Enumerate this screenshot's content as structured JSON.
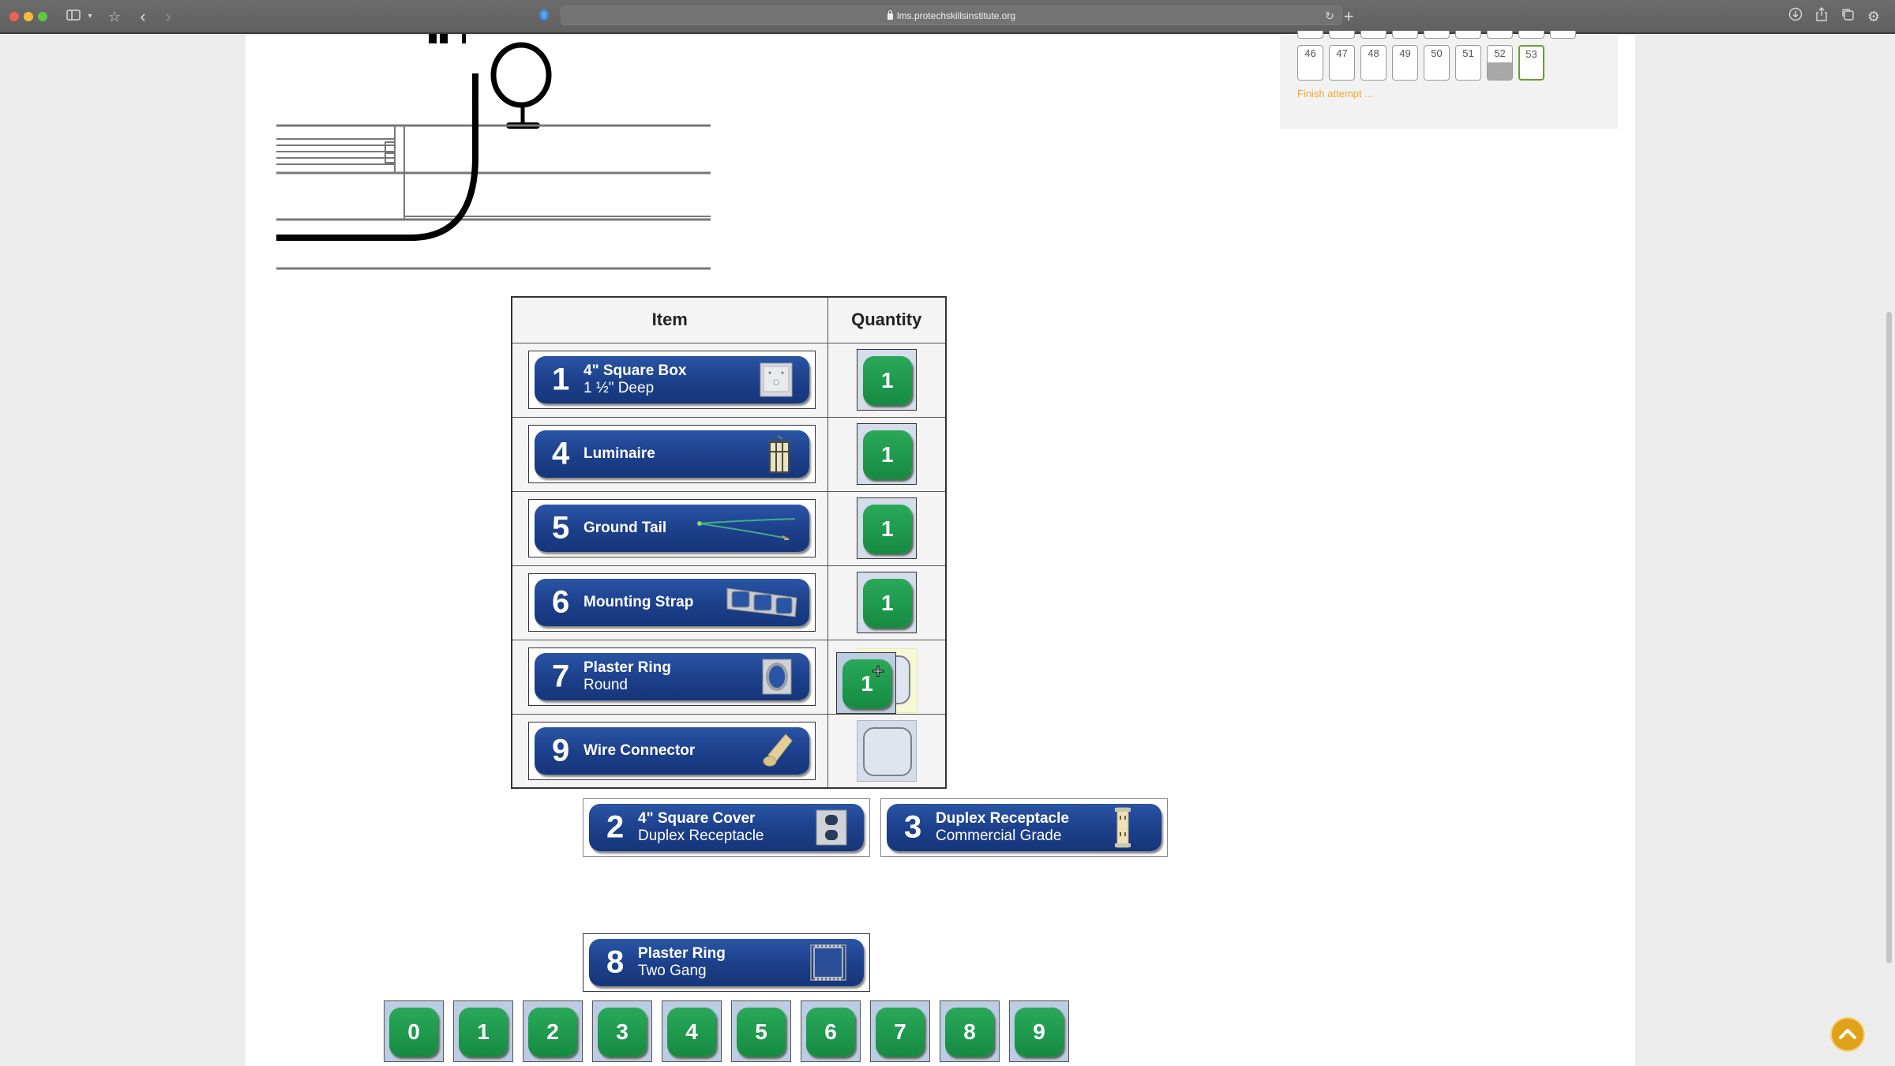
{
  "browser": {
    "url": "lms.protechskillsinstitute.org",
    "icons": [
      "sidebar-icon",
      "chevron-down-icon",
      "star-icon",
      "back-icon",
      "forward-icon",
      "reload-icon",
      "new-tab-icon",
      "download-icon",
      "share-icon",
      "tabs-icon",
      "settings-icon"
    ]
  },
  "quiz_nav": {
    "questions": [
      {
        "num": "46",
        "state": "unanswered"
      },
      {
        "num": "47",
        "state": "unanswered"
      },
      {
        "num": "48",
        "state": "unanswered"
      },
      {
        "num": "49",
        "state": "unanswered"
      },
      {
        "num": "50",
        "state": "unanswered"
      },
      {
        "num": "51",
        "state": "unanswered"
      },
      {
        "num": "52",
        "state": "partial"
      },
      {
        "num": "53",
        "state": "current"
      }
    ],
    "finish_label": "Finish attempt ..."
  },
  "table": {
    "headers": {
      "item": "Item",
      "quantity": "Quantity"
    },
    "rows": [
      {
        "num": "1",
        "title": "4\" Square Box",
        "sub": "1 ½\" Deep",
        "icon": "square-box-icon",
        "quantity": "1"
      },
      {
        "num": "4",
        "title": "Luminaire",
        "sub": "",
        "icon": "luminaire-icon",
        "quantity": "1"
      },
      {
        "num": "5",
        "title": "Ground Tail",
        "sub": "",
        "icon": "ground-tail-icon",
        "quantity": "1"
      },
      {
        "num": "6",
        "title": "Mounting Strap",
        "sub": "",
        "icon": "mounting-strap-icon",
        "quantity": "1"
      },
      {
        "num": "7",
        "title": "Plaster Ring",
        "sub": "Round",
        "icon": "plaster-ring-round-icon",
        "quantity": "1"
      },
      {
        "num": "9",
        "title": "Wire Connector",
        "sub": "",
        "icon": "wire-connector-icon",
        "quantity": ""
      }
    ]
  },
  "unplaced_items": [
    {
      "num": "2",
      "title": "4\" Square Cover",
      "sub": "Duplex Receptacle",
      "icon": "square-cover-icon"
    },
    {
      "num": "3",
      "title": "Duplex Receptacle",
      "sub": "Commercial Grade",
      "icon": "duplex-receptacle-icon"
    },
    {
      "num": "8",
      "title": "Plaster Ring",
      "sub": "Two Gang",
      "icon": "plaster-ring-two-gang-icon"
    }
  ],
  "digits": [
    "0",
    "1",
    "2",
    "3",
    "4",
    "5",
    "6",
    "7",
    "8",
    "9"
  ],
  "colors": {
    "card_blue": "#1c3f8a",
    "tile_green": "#1f9a4e",
    "finish_orange": "#f0a830",
    "back_top": "#e0a21a",
    "current_question_border": "#6a9a3a"
  }
}
